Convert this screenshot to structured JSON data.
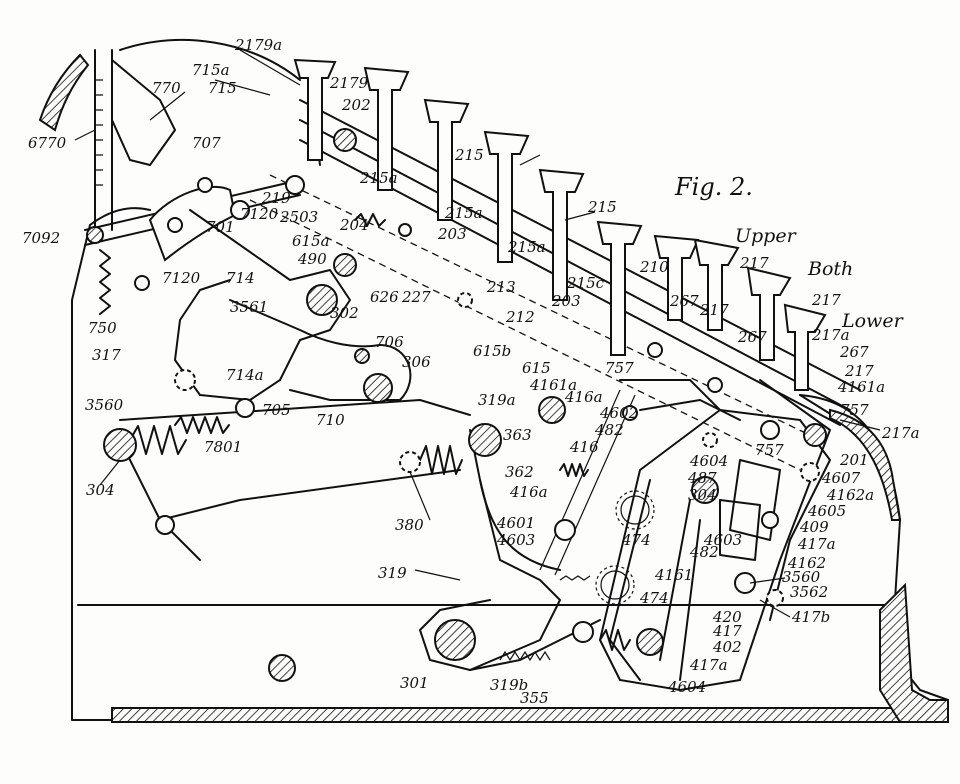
{
  "figure_title": "Fig. 2.",
  "words": {
    "upper": "Upper",
    "both": "Both",
    "lower": "Lower"
  },
  "reference_labels": [
    "2179a",
    "2179",
    "715a",
    "715",
    "770",
    "202",
    "6770",
    "707",
    "215",
    "215a",
    "215",
    "7092",
    "219",
    "7120",
    "701",
    "2503",
    "615a",
    "204",
    "203",
    "215a",
    "490",
    "7120",
    "714",
    "626",
    "227",
    "213",
    "215a",
    "215c",
    "203",
    "210",
    "217",
    "217",
    "267",
    "267",
    "217",
    "217a",
    "267",
    "217",
    "750",
    "3561",
    "302",
    "212",
    "706",
    "306",
    "615b",
    "615",
    "4161a",
    "757",
    "317",
    "714a",
    "416a",
    "4602",
    "4161a",
    "757",
    "3560",
    "705",
    "710",
    "319a",
    "482",
    "416",
    "217a",
    "363",
    "4604",
    "757",
    "201",
    "7801",
    "487",
    "4607",
    "304",
    "362",
    "304",
    "416a",
    "4162a",
    "4605",
    "409",
    "380",
    "4601",
    "474",
    "4603",
    "482",
    "417a",
    "4603",
    "4162",
    "3560",
    "319",
    "4161",
    "474",
    "3562",
    "420",
    "417b",
    "417",
    "402",
    "301",
    "417a",
    "319b",
    "355",
    "4604"
  ]
}
